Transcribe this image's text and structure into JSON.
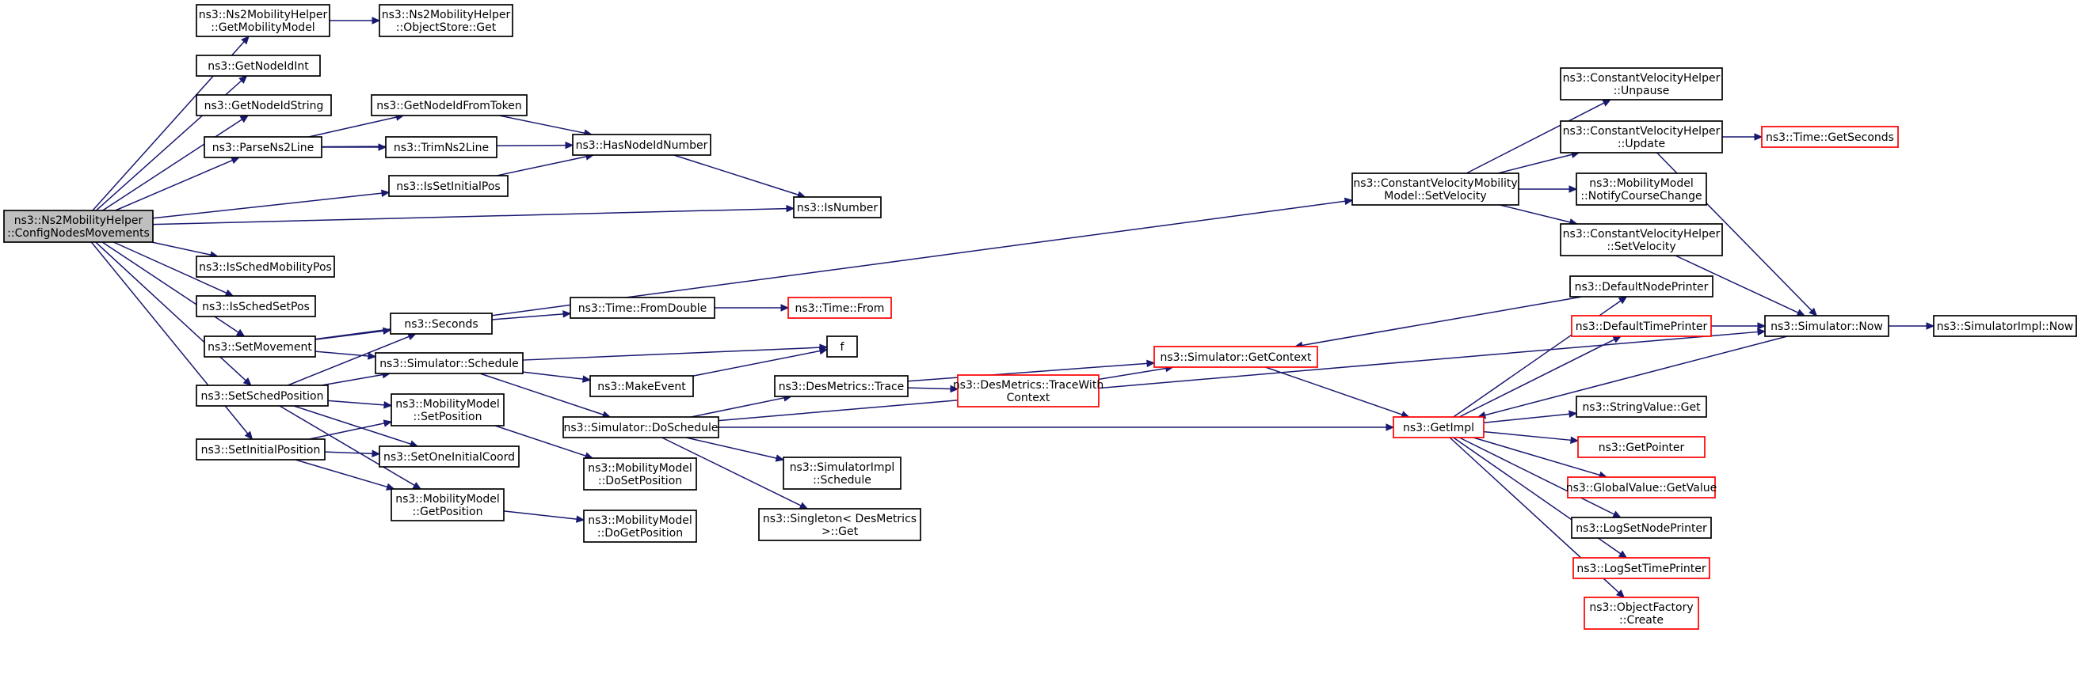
{
  "graph": {
    "colors": {
      "edge": "#191970",
      "root_fill": "#bfbfbf",
      "node_fill": "#ffffff",
      "node_border": "#000000",
      "truncated_border": "#ff0000"
    },
    "nodes": [
      {
        "id": "root",
        "lines": [
          "ns3::Ns2MobilityHelper",
          "::ConfigNodesMovements"
        ],
        "style": "root"
      },
      {
        "id": "getMobilityModel",
        "lines": [
          "ns3::Ns2MobilityHelper",
          "::GetMobilityModel"
        ],
        "style": "normal"
      },
      {
        "id": "objectStoreGet",
        "lines": [
          "ns3::Ns2MobilityHelper",
          "::ObjectStore::Get"
        ],
        "style": "normal"
      },
      {
        "id": "getNodeIdInt",
        "lines": [
          "ns3::GetNodeIdInt"
        ],
        "style": "normal"
      },
      {
        "id": "getNodeIdString",
        "lines": [
          "ns3::GetNodeIdString"
        ],
        "style": "normal"
      },
      {
        "id": "parseNs2Line",
        "lines": [
          "ns3::ParseNs2Line"
        ],
        "style": "normal"
      },
      {
        "id": "getNodeIdFromToken",
        "lines": [
          "ns3::GetNodeIdFromToken"
        ],
        "style": "normal"
      },
      {
        "id": "trimNs2Line",
        "lines": [
          "ns3::TrimNs2Line"
        ],
        "style": "normal"
      },
      {
        "id": "hasNodeIdNumber",
        "lines": [
          "ns3::HasNodeIdNumber"
        ],
        "style": "normal"
      },
      {
        "id": "isSetInitialPos",
        "lines": [
          "ns3::IsSetInitialPos"
        ],
        "style": "normal"
      },
      {
        "id": "isNumber",
        "lines": [
          "ns3::IsNumber"
        ],
        "style": "normal"
      },
      {
        "id": "isSchedMobilityPos",
        "lines": [
          "ns3::IsSchedMobilityPos"
        ],
        "style": "normal"
      },
      {
        "id": "isSchedSetPos",
        "lines": [
          "ns3::IsSchedSetPos"
        ],
        "style": "normal"
      },
      {
        "id": "setMovement",
        "lines": [
          "ns3::SetMovement"
        ],
        "style": "normal"
      },
      {
        "id": "seconds",
        "lines": [
          "ns3::Seconds"
        ],
        "style": "normal"
      },
      {
        "id": "timeFromDouble",
        "lines": [
          "ns3::Time::FromDouble"
        ],
        "style": "normal"
      },
      {
        "id": "timeFrom",
        "lines": [
          "ns3::Time::From"
        ],
        "style": "truncated"
      },
      {
        "id": "simSchedule",
        "lines": [
          "ns3::Simulator::Schedule"
        ],
        "style": "normal"
      },
      {
        "id": "f",
        "lines": [
          "f"
        ],
        "style": "normal"
      },
      {
        "id": "makeEvent",
        "lines": [
          "ns3::MakeEvent"
        ],
        "style": "normal"
      },
      {
        "id": "setSchedPosition",
        "lines": [
          "ns3::SetSchedPosition"
        ],
        "style": "normal"
      },
      {
        "id": "mmSetPosition",
        "lines": [
          "ns3::MobilityModel",
          "::SetPosition"
        ],
        "style": "normal"
      },
      {
        "id": "simDoSchedule",
        "lines": [
          "ns3::Simulator::DoSchedule"
        ],
        "style": "normal"
      },
      {
        "id": "setInitialPosition",
        "lines": [
          "ns3::SetInitialPosition"
        ],
        "style": "normal"
      },
      {
        "id": "setOneInitialCoord",
        "lines": [
          "ns3::SetOneInitialCoord"
        ],
        "style": "normal"
      },
      {
        "id": "mmDoSetPosition",
        "lines": [
          "ns3::MobilityModel",
          "::DoSetPosition"
        ],
        "style": "normal"
      },
      {
        "id": "mmGetPosition",
        "lines": [
          "ns3::MobilityModel",
          "::GetPosition"
        ],
        "style": "normal"
      },
      {
        "id": "mmDoGetPosition",
        "lines": [
          "ns3::MobilityModel",
          "::DoGetPosition"
        ],
        "style": "normal"
      },
      {
        "id": "desMetricsTrace",
        "lines": [
          "ns3::DesMetrics::Trace"
        ],
        "style": "normal"
      },
      {
        "id": "desMetricsTraceWithContext",
        "lines": [
          "ns3::DesMetrics::TraceWith",
          "Context"
        ],
        "style": "truncated"
      },
      {
        "id": "simImplSchedule",
        "lines": [
          "ns3::SimulatorImpl",
          "::Schedule"
        ],
        "style": "normal"
      },
      {
        "id": "singletonGet",
        "lines": [
          "ns3::Singleton< DesMetrics",
          ">::Get"
        ],
        "style": "normal"
      },
      {
        "id": "simGetContext",
        "lines": [
          "ns3::Simulator::GetContext"
        ],
        "style": "truncated"
      },
      {
        "id": "getImpl",
        "lines": [
          "ns3::GetImpl"
        ],
        "style": "truncated"
      },
      {
        "id": "cvmSetVelocity",
        "lines": [
          "ns3::ConstantVelocityMobility",
          "Model::SetVelocity"
        ],
        "style": "normal"
      },
      {
        "id": "cvhUnpause",
        "lines": [
          "ns3::ConstantVelocityHelper",
          "::Unpause"
        ],
        "style": "normal"
      },
      {
        "id": "cvhUpdate",
        "lines": [
          "ns3::ConstantVelocityHelper",
          "::Update"
        ],
        "style": "normal"
      },
      {
        "id": "mmNotifyCourseChange",
        "lines": [
          "ns3::MobilityModel",
          "::NotifyCourseChange"
        ],
        "style": "normal"
      },
      {
        "id": "cvhSetVelocity",
        "lines": [
          "ns3::ConstantVelocityHelper",
          "::SetVelocity"
        ],
        "style": "normal"
      },
      {
        "id": "timeGetSeconds",
        "lines": [
          "ns3::Time::GetSeconds"
        ],
        "style": "truncated"
      },
      {
        "id": "defaultNodePrinter",
        "lines": [
          "ns3::DefaultNodePrinter"
        ],
        "style": "normal"
      },
      {
        "id": "defaultTimePrinter",
        "lines": [
          "ns3::DefaultTimePrinter"
        ],
        "style": "truncated"
      },
      {
        "id": "simNow",
        "lines": [
          "ns3::Simulator::Now"
        ],
        "style": "normal"
      },
      {
        "id": "simImplNow",
        "lines": [
          "ns3::SimulatorImpl::Now"
        ],
        "style": "normal"
      },
      {
        "id": "stringValueGet",
        "lines": [
          "ns3::StringValue::Get"
        ],
        "style": "normal"
      },
      {
        "id": "getPointer",
        "lines": [
          "ns3::GetPointer"
        ],
        "style": "truncated"
      },
      {
        "id": "globalValueGetValue",
        "lines": [
          "ns3::GlobalValue::GetValue"
        ],
        "style": "truncated"
      },
      {
        "id": "logSetNodePrinter",
        "lines": [
          "ns3::LogSetNodePrinter"
        ],
        "style": "normal"
      },
      {
        "id": "logSetTimePrinter",
        "lines": [
          "ns3::LogSetTimePrinter"
        ],
        "style": "truncated"
      },
      {
        "id": "objectFactoryCreate",
        "lines": [
          "ns3::ObjectFactory",
          "::Create"
        ],
        "style": "truncated"
      }
    ],
    "edges": [
      [
        "root",
        "getMobilityModel"
      ],
      [
        "getMobilityModel",
        "objectStoreGet"
      ],
      [
        "root",
        "getNodeIdInt"
      ],
      [
        "root",
        "getNodeIdString"
      ],
      [
        "root",
        "parseNs2Line"
      ],
      [
        "parseNs2Line",
        "getNodeIdFromToken"
      ],
      [
        "parseNs2Line",
        "trimNs2Line"
      ],
      [
        "parseNs2Line",
        "hasNodeIdNumber"
      ],
      [
        "getNodeIdFromToken",
        "hasNodeIdNumber"
      ],
      [
        "hasNodeIdNumber",
        "isNumber"
      ],
      [
        "root",
        "isSetInitialPos"
      ],
      [
        "isSetInitialPos",
        "hasNodeIdNumber"
      ],
      [
        "root",
        "isNumber"
      ],
      [
        "root",
        "isSchedMobilityPos"
      ],
      [
        "root",
        "isSchedSetPos"
      ],
      [
        "root",
        "setMovement"
      ],
      [
        "root",
        "setSchedPosition"
      ],
      [
        "root",
        "setInitialPosition"
      ],
      [
        "setMovement",
        "seconds"
      ],
      [
        "setMovement",
        "simSchedule"
      ],
      [
        "setMovement",
        "cvmSetVelocity"
      ],
      [
        "seconds",
        "timeFromDouble"
      ],
      [
        "timeFromDouble",
        "timeFrom"
      ],
      [
        "simSchedule",
        "f"
      ],
      [
        "simSchedule",
        "makeEvent"
      ],
      [
        "simSchedule",
        "simDoSchedule"
      ],
      [
        "makeEvent",
        "f"
      ],
      [
        "setSchedPosition",
        "seconds"
      ],
      [
        "setSchedPosition",
        "simSchedule"
      ],
      [
        "setSchedPosition",
        "mmSetPosition"
      ],
      [
        "setSchedPosition",
        "setOneInitialCoord"
      ],
      [
        "setSchedPosition",
        "mmGetPosition"
      ],
      [
        "setInitialPosition",
        "mmSetPosition"
      ],
      [
        "setInitialPosition",
        "setOneInitialCoord"
      ],
      [
        "setInitialPosition",
        "mmGetPosition"
      ],
      [
        "mmSetPosition",
        "mmDoSetPosition"
      ],
      [
        "mmGetPosition",
        "mmDoGetPosition"
      ],
      [
        "simDoSchedule",
        "desMetricsTrace"
      ],
      [
        "simDoSchedule",
        "simImplSchedule"
      ],
      [
        "simDoSchedule",
        "singletonGet"
      ],
      [
        "simDoSchedule",
        "getImpl"
      ],
      [
        "simDoSchedule",
        "simNow"
      ],
      [
        "desMetricsTrace",
        "desMetricsTraceWithContext"
      ],
      [
        "desMetricsTrace",
        "simGetContext"
      ],
      [
        "desMetricsTraceWithContext",
        "simGetContext"
      ],
      [
        "simGetContext",
        "getImpl"
      ],
      [
        "cvmSetVelocity",
        "cvhUnpause"
      ],
      [
        "cvmSetVelocity",
        "cvhUpdate"
      ],
      [
        "cvmSetVelocity",
        "mmNotifyCourseChange"
      ],
      [
        "cvmSetVelocity",
        "cvhSetVelocity"
      ],
      [
        "cvhUpdate",
        "timeGetSeconds"
      ],
      [
        "cvhUpdate",
        "simNow"
      ],
      [
        "cvhSetVelocity",
        "simNow"
      ],
      [
        "simNow",
        "simImplNow"
      ],
      [
        "simNow",
        "getImpl"
      ],
      [
        "getImpl",
        "defaultNodePrinter"
      ],
      [
        "getImpl",
        "defaultTimePrinter"
      ],
      [
        "getImpl",
        "stringValueGet"
      ],
      [
        "getImpl",
        "getPointer"
      ],
      [
        "getImpl",
        "globalValueGetValue"
      ],
      [
        "getImpl",
        "logSetNodePrinter"
      ],
      [
        "getImpl",
        "logSetTimePrinter"
      ],
      [
        "getImpl",
        "objectFactoryCreate"
      ],
      [
        "defaultNodePrinter",
        "simGetContext"
      ],
      [
        "defaultTimePrinter",
        "simNow"
      ]
    ]
  }
}
